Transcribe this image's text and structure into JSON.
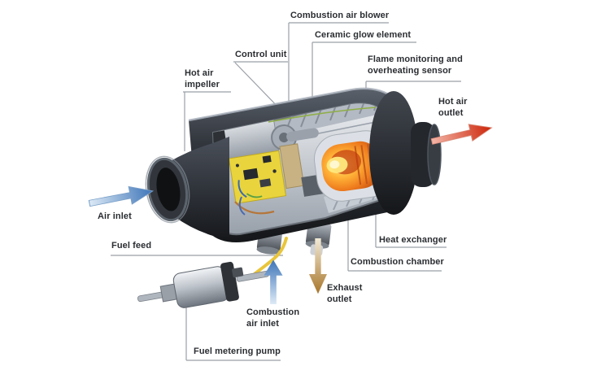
{
  "labels": {
    "combustion_air_blower": "Combustion air blower",
    "ceramic_glow_element": "Ceramic glow element",
    "control_unit": "Control unit",
    "hot_air_impeller": "Hot air\nimpeller",
    "flame_sensor": "Flame monitoring and\noverheating sensor",
    "hot_air_outlet": "Hot air\noutlet",
    "air_inlet": "Air inlet",
    "fuel_feed": "Fuel feed",
    "heat_exchanger": "Heat exchanger",
    "combustion_chamber": "Combustion chamber",
    "exhaust_outlet": "Exhaust\noutlet",
    "combustion_air_inlet": "Combustion\nair inlet",
    "fuel_metering_pump": "Fuel metering pump"
  },
  "flow_arrows": [
    {
      "name": "air-inlet-flow",
      "direction": "up-right",
      "color": "#3c74b8"
    },
    {
      "name": "combustion-air-inlet-flow",
      "direction": "up",
      "color": "#3c74b8"
    },
    {
      "name": "hot-air-outlet-flow",
      "direction": "up-right",
      "color": "#cc2408"
    },
    {
      "name": "exhaust-outlet-flow",
      "direction": "down",
      "color": "#a8762a"
    }
  ],
  "colors": {
    "label_text": "#2a2d31",
    "leader_line": "#9aa0a6",
    "fuel_line": "#e9c53b",
    "background": "#ffffff"
  }
}
